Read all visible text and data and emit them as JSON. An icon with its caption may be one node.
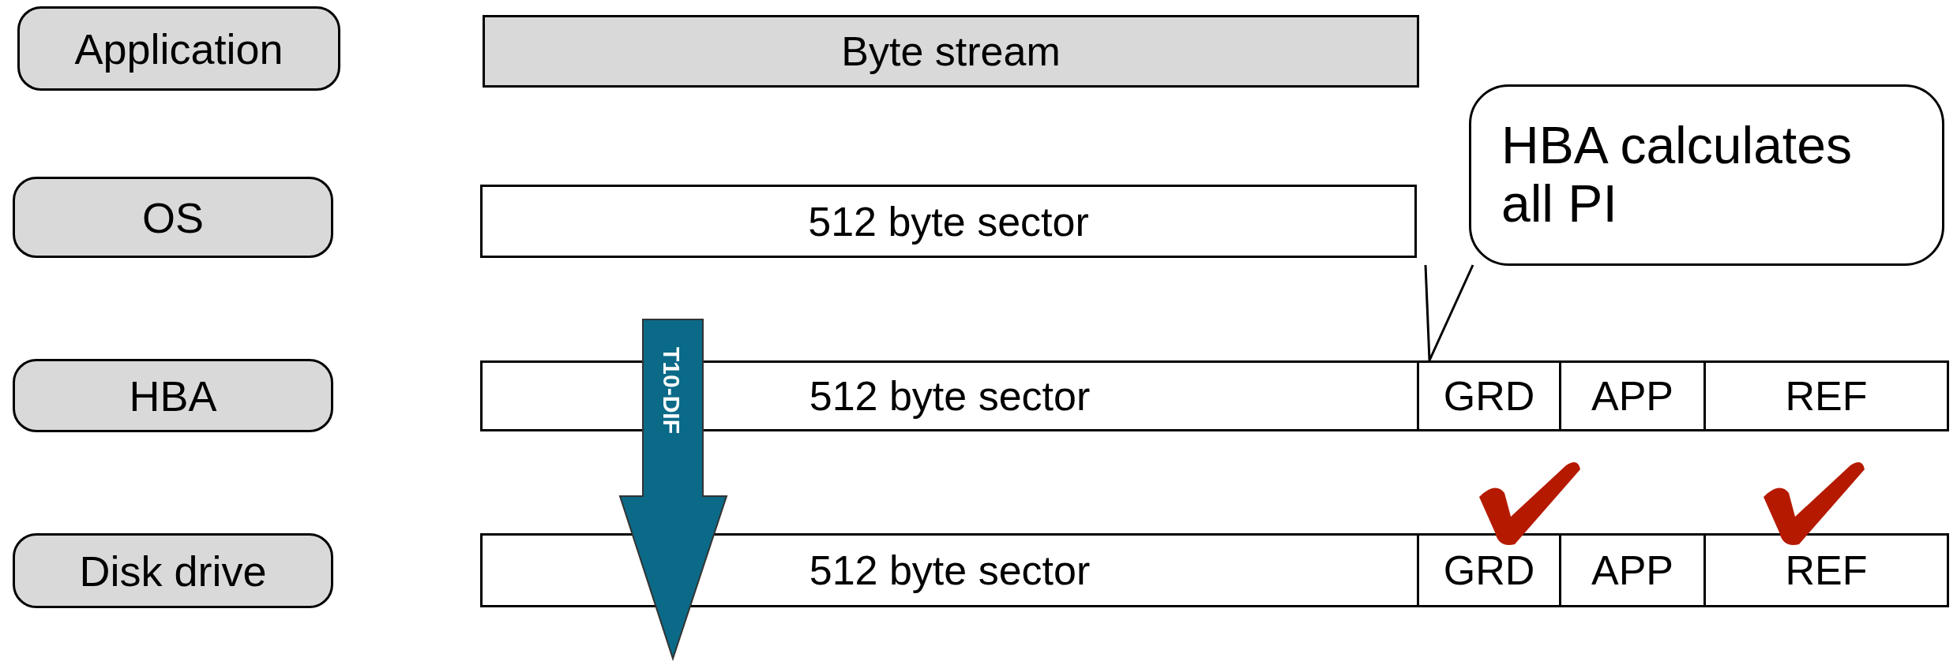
{
  "diagram": {
    "nodes": [
      {
        "text": [
          "Application"
        ]
      },
      {
        "text": [
          "Byte stream"
        ]
      },
      {
        "text": [
          "HBA calculates all PI"
        ]
      },
      {
        "text": [
          "OS"
        ]
      },
      {
        "text": [
          "512 byte sector"
        ]
      },
      {
        "text": [
          "HBA"
        ]
      },
      {
        "text": [
          "512 byte sector"
        ]
      },
      {
        "text": [
          "GRD"
        ]
      },
      {
        "text": [
          "APP"
        ]
      },
      {
        "text": [
          "REF"
        ]
      },
      {
        "text": [
          "Disk drive"
        ]
      },
      {
        "text": [
          "512 byte sector"
        ]
      },
      {
        "text": [
          "GRD"
        ]
      },
      {
        "text": [
          "APP"
        ]
      },
      {
        "text": [
          "REF"
        ]
      }
    ],
    "edges": [
      {
        "from": 2,
        "to": 7,
        "arrow": "none"
      },
      {
        "from": 6,
        "to": 11,
        "arrow": "to",
        "label": "T10-DIF"
      }
    ]
  }
}
